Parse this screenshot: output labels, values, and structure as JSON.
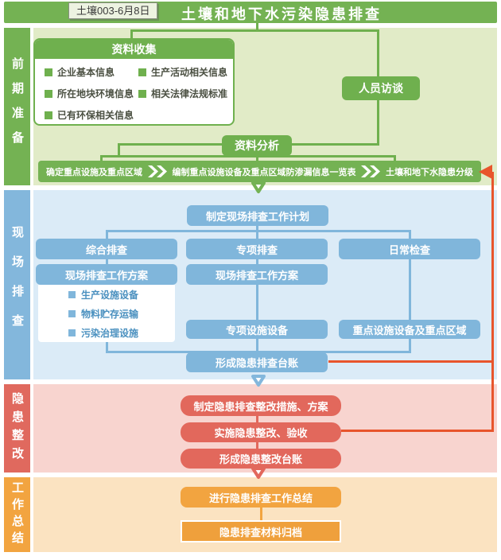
{
  "header": {
    "badge": "土壤003-6月8日",
    "title": "土壤和地下水污染隐患排查"
  },
  "sidebar": {
    "prep": "前期准备",
    "site": "现场排查",
    "rectify": "隐患整改",
    "summary": "工作总结"
  },
  "prep": {
    "collect_title": "资料收集",
    "collect_items": [
      "企业基本信息",
      "所在地块环境信息",
      "已有环保相关信息",
      "生产活动相关信息",
      "相关法律法规标准"
    ],
    "interview": "人员访谈",
    "analysis": "资料分析",
    "grade_steps": [
      "确定重点设施及重点区域",
      "编制重点设施设备及重点区域防渗漏信息一览表",
      "土壤和地下水隐患分级"
    ]
  },
  "site": {
    "plan": "制定现场排查工作计划",
    "columns": [
      "综合排查",
      "专项排查",
      "日常检查"
    ],
    "scheme_title": "现场排查工作方案",
    "scheme_items": [
      "生产设施设备",
      "物料贮存运输",
      "污染治理设施"
    ],
    "scheme_title_mid": "现场排查工作方案",
    "special_box": "专项设施设备",
    "key_box": "重点设施设备及重点区域",
    "ledger": "形成隐患排查台账"
  },
  "rectify": {
    "steps": [
      "制定隐患排查整改措施、方案",
      "实施隐患整改、验收",
      "形成隐患整改台账"
    ]
  },
  "summary": {
    "steps": [
      "进行隐患排查工作总结",
      "隐患排查材料归档"
    ]
  },
  "colors": {
    "green": "#74b253",
    "green_box": "#6fb04e",
    "green_bg": "#e1ebc7",
    "blue": "#80b6db",
    "blue_bg": "#dbebf7",
    "red": "#e2685c",
    "red_bg": "#f8d4cf",
    "orange": "#f2a440",
    "orange_bg": "#fbe3c1",
    "feedback_arrow": "#e8552c"
  }
}
